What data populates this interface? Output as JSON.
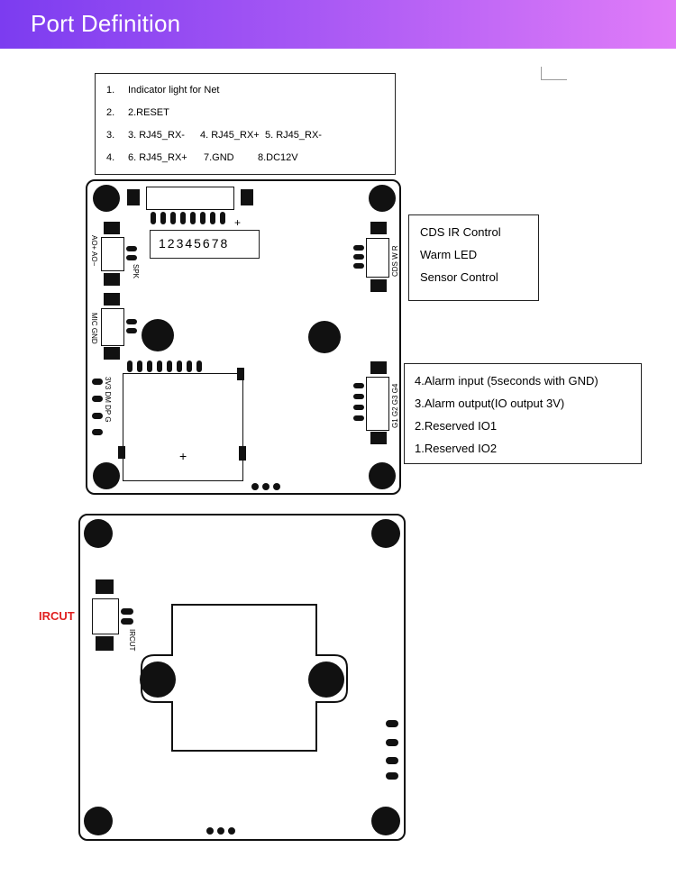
{
  "header": {
    "title": "Port Definition"
  },
  "top_legend": {
    "rows": [
      {
        "num": "1.",
        "items": [
          "Indicator light for Net"
        ]
      },
      {
        "num": "2.",
        "items": [
          "2.RESET"
        ]
      },
      {
        "num": "3.",
        "items": [
          "3. RJ45_RX-",
          "4. RJ45_RX+",
          "5. RJ45_RX-"
        ]
      },
      {
        "num": "4.",
        "items": [
          "6. RJ45_RX+",
          "7.GND",
          "8.DC12V"
        ]
      }
    ]
  },
  "cds_legend": {
    "lines": [
      "CDS IR Control",
      "Warm LED",
      "Sensor Control"
    ]
  },
  "alarm_legend": {
    "lines": [
      "4.Alarm input (5seconds with GND)",
      "3.Alarm output(IO output 3V)",
      "2.Reserved IO1",
      "1.Reserved IO2"
    ]
  },
  "board_top": {
    "pin_numbers": "12345678",
    "plus_mark": "+",
    "sd_plus": "+",
    "labels": {
      "ao": "AO+ AO−",
      "spk": "SPK",
      "mic": "MIC GND",
      "usb": "3V3 DM DP G",
      "cds": "CDS W R",
      "gpio": "G1 G2 G3 G4"
    }
  },
  "board_bottom": {
    "ircut_label": "IRCUT",
    "ircut_silk": "IRCUT"
  }
}
